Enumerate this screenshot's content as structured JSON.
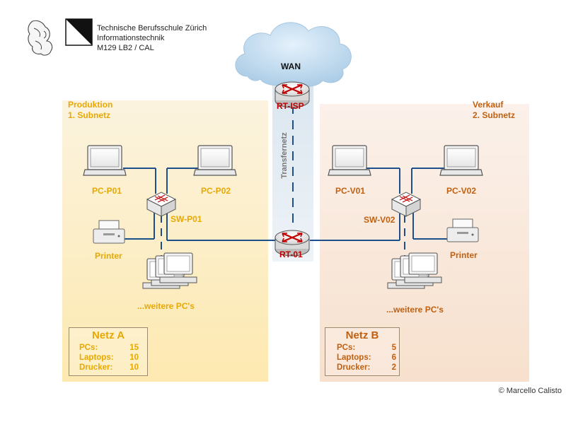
{
  "header": {
    "school": "Technische Berufsschule Zürich",
    "department": "Informationstechnik",
    "course": "M129 LB2 / CAL"
  },
  "wan": {
    "label": "WAN"
  },
  "transfer": {
    "label": "Transfernetz"
  },
  "routers": {
    "isp": "RT-ISP",
    "core": "RT-01"
  },
  "zones": {
    "production": {
      "title": "Produktion",
      "subnet": "1. Subnetz",
      "switch": "SW-P01",
      "pc1": "PC-P01",
      "pc2": "PC-P02",
      "printer": "Printer",
      "more": "...weitere PC's",
      "net_title": "Netz A",
      "rows": [
        {
          "k": "PCs:",
          "v": "15"
        },
        {
          "k": "Laptops:",
          "v": "10"
        },
        {
          "k": "Drucker:",
          "v": "10"
        }
      ]
    },
    "sales": {
      "title": "Verkauf",
      "subnet": "2. Subnetz",
      "switch": "SW-V02",
      "pc1": "PC-V01",
      "pc2": "PC-V02",
      "printer": "Printer",
      "more": "...weitere PC's",
      "net_title": "Netz B",
      "rows": [
        {
          "k": "PCs:",
          "v": "5"
        },
        {
          "k": "Laptops:",
          "v": "6"
        },
        {
          "k": "Drucker:",
          "v": "2"
        }
      ]
    }
  },
  "copyright": "© Marcello Calisto",
  "colors": {
    "production_text": "#e8a800",
    "sales_text": "#c06010",
    "router_label": "#c00000",
    "line": "#1f4f8a"
  }
}
